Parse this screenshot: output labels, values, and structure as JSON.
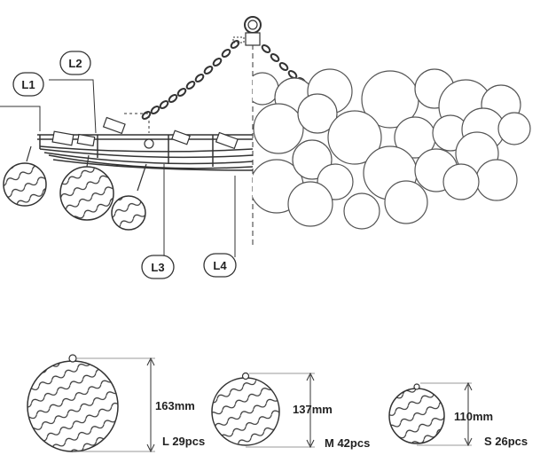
{
  "callouts": {
    "l1": "L1",
    "l2": "L2",
    "l3": "L3",
    "l4": "L4"
  },
  "sizes": [
    {
      "dimension": "163mm",
      "label": "L 29pcs"
    },
    {
      "dimension": "137mm",
      "label": "M 42pcs"
    },
    {
      "dimension": "110mm",
      "label": "S 26pcs"
    }
  ],
  "colors": {
    "line": "#333333",
    "bubble_stroke": "#555555"
  }
}
